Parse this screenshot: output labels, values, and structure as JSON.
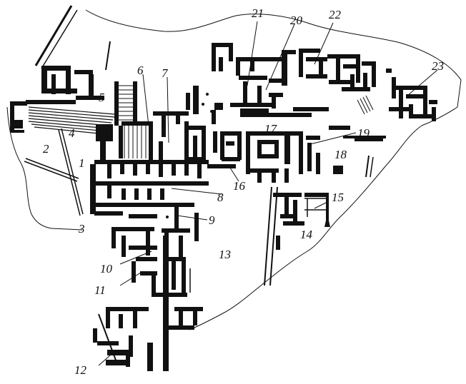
{
  "plan": {
    "labels": [
      {
        "id": "1",
        "text": "1"
      },
      {
        "id": "2",
        "text": "2"
      },
      {
        "id": "3",
        "text": "3"
      },
      {
        "id": "4",
        "text": "4"
      },
      {
        "id": "5",
        "text": "5"
      },
      {
        "id": "6",
        "text": "6"
      },
      {
        "id": "7",
        "text": "7"
      },
      {
        "id": "8",
        "text": "8"
      },
      {
        "id": "9",
        "text": "9"
      },
      {
        "id": "10",
        "text": "10"
      },
      {
        "id": "11",
        "text": "11"
      },
      {
        "id": "12",
        "text": "12"
      },
      {
        "id": "13",
        "text": "13"
      },
      {
        "id": "14",
        "text": "14"
      },
      {
        "id": "15",
        "text": "15"
      },
      {
        "id": "16",
        "text": "16"
      },
      {
        "id": "17",
        "text": "17"
      },
      {
        "id": "18",
        "text": "18"
      },
      {
        "id": "19",
        "text": "19"
      },
      {
        "id": "20",
        "text": "20"
      },
      {
        "id": "21",
        "text": "21"
      },
      {
        "id": "22",
        "text": "22"
      },
      {
        "id": "23",
        "text": "23"
      }
    ]
  }
}
